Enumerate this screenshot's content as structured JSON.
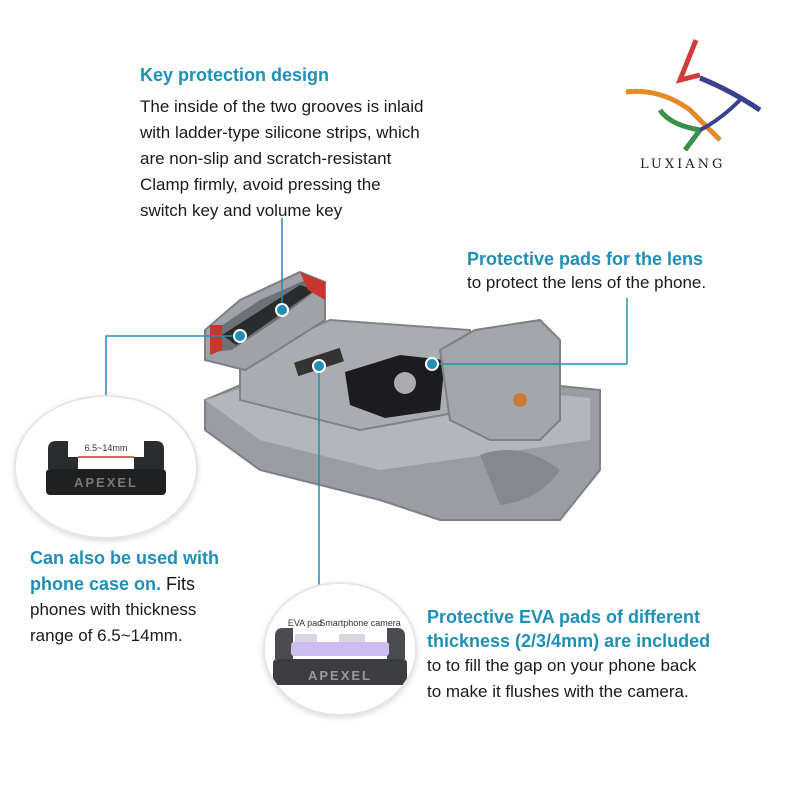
{
  "brand": {
    "logo_text": "LUXIANG",
    "product_brand": "APEXEL"
  },
  "colors": {
    "accent": "#1f8fb5",
    "text": "#1a1a1a",
    "product_grey": "#8c8f93",
    "pad_red": "#c8372d"
  },
  "key_protection": {
    "title": "Key protection design",
    "lines": [
      "The inside of the two grooves is inlaid",
      "with ladder-type silicone strips, which",
      "are non-slip and scratch-resistant",
      "Clamp firmly, avoid pressing the",
      "switch key and volume key"
    ]
  },
  "lens_pads": {
    "title": "Protective pads for the lens",
    "body": "to protect the lens of the phone."
  },
  "phone_case": {
    "heading_line1": "Can also be used with",
    "heading_line2": "phone case on.",
    "inline_text": "Fits",
    "lines": [
      "phones with thickness",
      "range of 6.5~14mm."
    ],
    "range_label": "6.5~14mm"
  },
  "eva_pads": {
    "title_line1": "Protective EVA pads of different",
    "title_line2": "thickness (2/3/4mm) are included",
    "lines": [
      "to  to fill the gap on your phone back",
      "to make it flushes with the camera."
    ],
    "label_eva": "EVA pad",
    "label_camera": "Smartphone camera"
  }
}
